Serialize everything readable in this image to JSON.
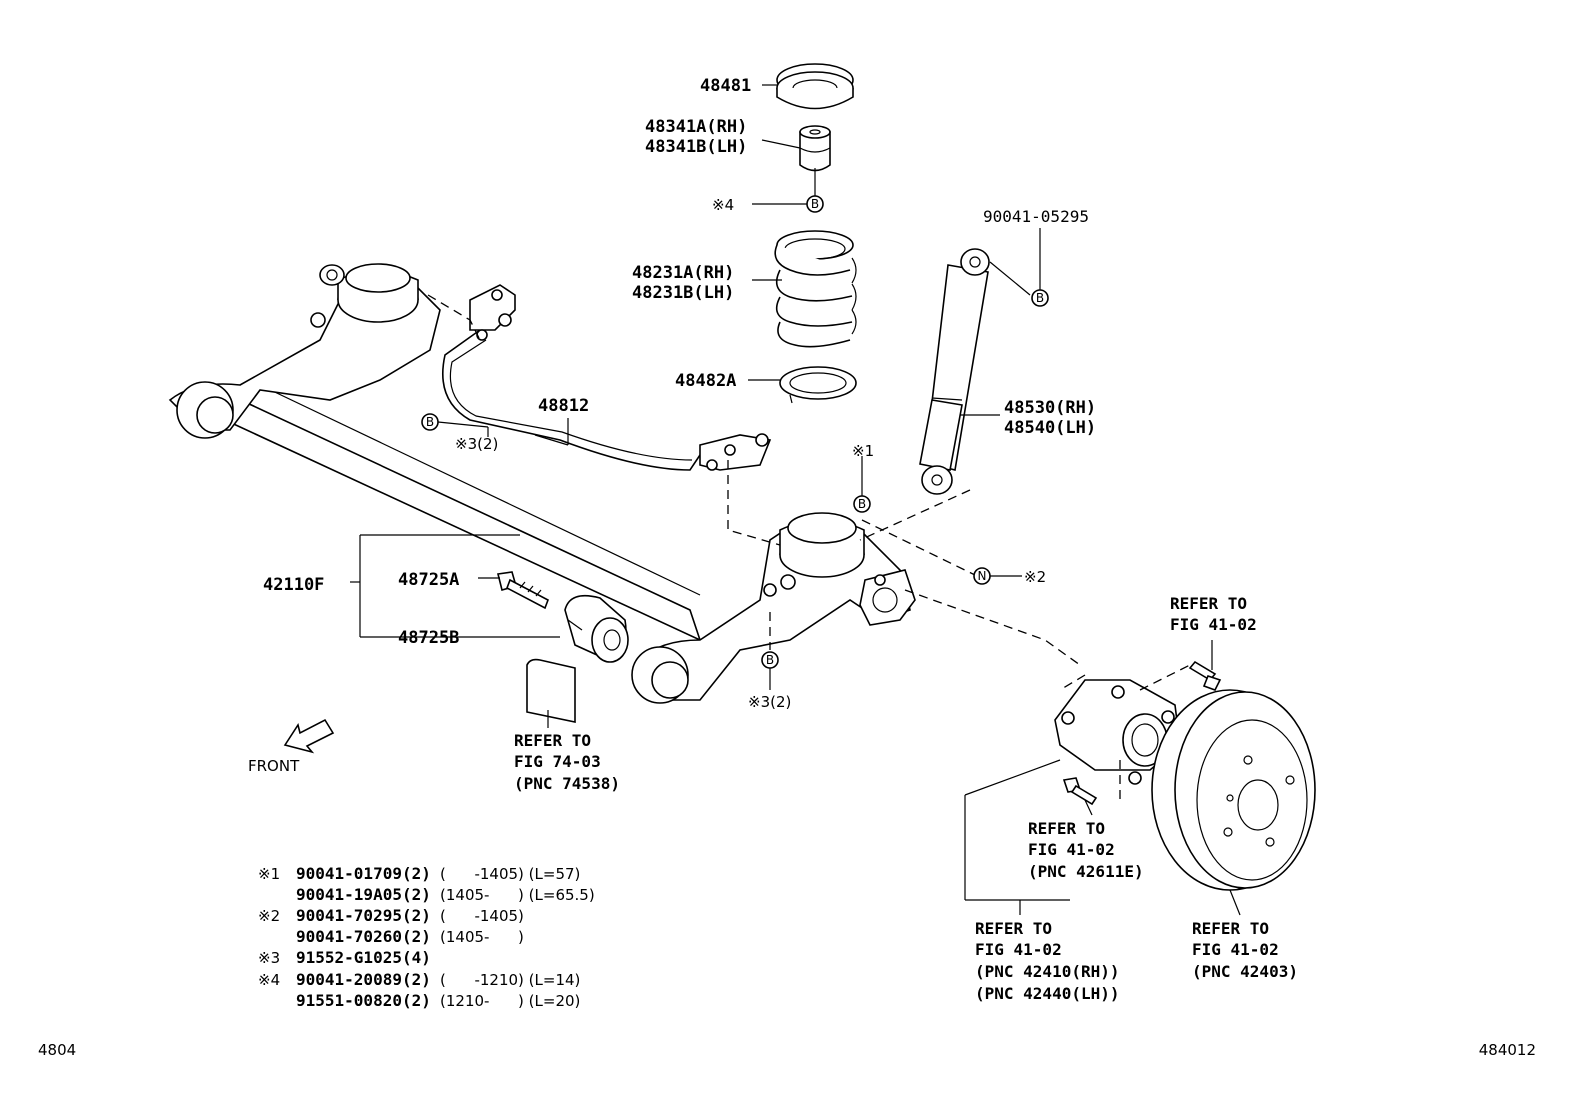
{
  "parts": {
    "p48481": "48481",
    "p48341a": "48341A(RH)",
    "p48341b": "48341B(LH)",
    "p48231a": "48231A(RH)",
    "p48231b": "48231B(LH)",
    "p48482a": "48482A",
    "p48812": "48812",
    "p42110f": "42110F",
    "p48725a": "48725A",
    "p48725b": "48725B",
    "p90041_05295": "90041-05295",
    "p48530": "48530(RH)",
    "p48540": "48540(LH)"
  },
  "markers": {
    "m4": "※4",
    "m3_top": "※3(2)",
    "m1": "※1",
    "m2": "※2",
    "m3_bottom": "※3(2)",
    "circle_b": "B",
    "circle_n": "N"
  },
  "references": {
    "ref_74_03": [
      "REFER TO",
      "FIG 74-03",
      "(PNC 74538)"
    ],
    "ref_bolt": [
      "REFER TO",
      "FIG 41-02"
    ],
    "ref_42611e": [
      "REFER TO",
      "FIG 41-02",
      "(PNC 42611E)"
    ],
    "ref_hub": [
      "REFER TO",
      "FIG 41-02",
      "(PNC 42410(RH))",
      "(PNC 42440(LH))"
    ],
    "ref_drum": [
      "REFER TO",
      "FIG 41-02",
      "(PNC 42403)"
    ]
  },
  "front_label": "FRONT",
  "notes": [
    {
      "mark": "※1",
      "part": "90041-01709(2)",
      "detail": "(      -1405) (L=57)"
    },
    {
      "mark": "",
      "part": "90041-19A05(2)",
      "detail": "(1405-      ) (L=65.5)"
    },
    {
      "mark": "※2",
      "part": "90041-70295(2)",
      "detail": "(      -1405)"
    },
    {
      "mark": "",
      "part": "90041-70260(2)",
      "detail": "(1405-      )"
    },
    {
      "mark": "※3",
      "part": "91552-G1025(4)",
      "detail": ""
    },
    {
      "mark": "※4",
      "part": "90041-20089(2)",
      "detail": "(      -1210) (L=14)"
    },
    {
      "mark": "",
      "part": "91551-00820(2)",
      "detail": "(1210-      ) (L=20)"
    }
  ],
  "footer": {
    "left_code": "4804",
    "right_code": "484012"
  }
}
